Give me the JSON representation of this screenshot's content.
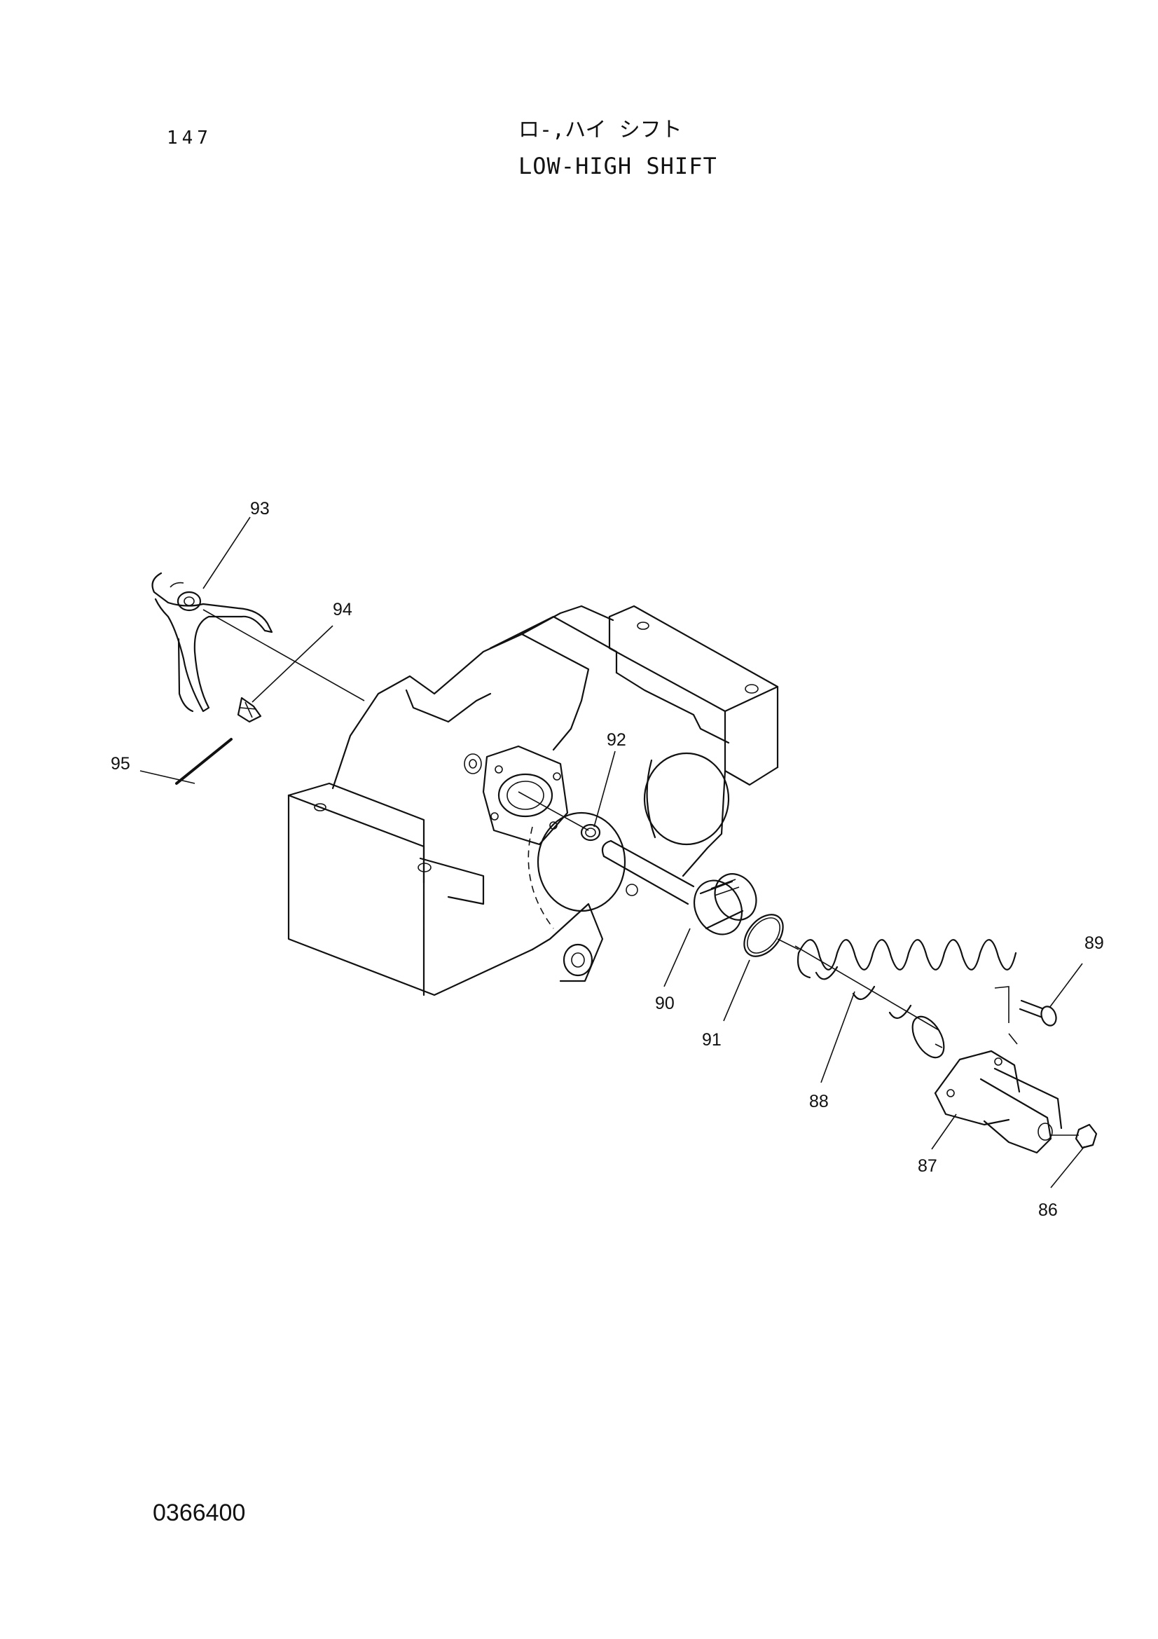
{
  "header": {
    "page_number": "147",
    "title_jp": "ロ-,ハイ シフト",
    "title_en": "LOW-HIGH SHIFT"
  },
  "footer": {
    "document_number": "0366400"
  },
  "callouts": [
    "93",
    "94",
    "95",
    "92",
    "89",
    "90",
    "91",
    "88",
    "87",
    "86"
  ]
}
